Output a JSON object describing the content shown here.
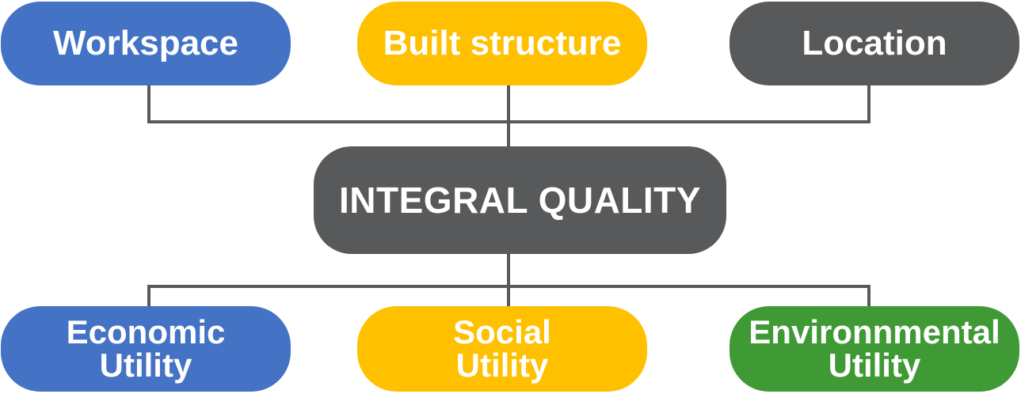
{
  "colors": {
    "blue": "#4472c4",
    "yellow": "#ffc000",
    "dark_gray": "#58595b",
    "green": "#3f9a35",
    "connector": "#58595b"
  },
  "top_nodes": [
    {
      "label": "Workspace",
      "color": "blue"
    },
    {
      "label": "Built structure",
      "color": "yellow"
    },
    {
      "label": "Location",
      "color": "dark_gray"
    }
  ],
  "center_node": {
    "label": "INTEGRAL QUALITY",
    "color": "dark_gray"
  },
  "bottom_nodes": [
    {
      "line1": "Economic",
      "line2": "Utility",
      "color": "blue"
    },
    {
      "line1": "Social",
      "line2": "Utility",
      "color": "yellow"
    },
    {
      "line1": "Environnmental",
      "line2": "Utility",
      "color": "green"
    }
  ]
}
